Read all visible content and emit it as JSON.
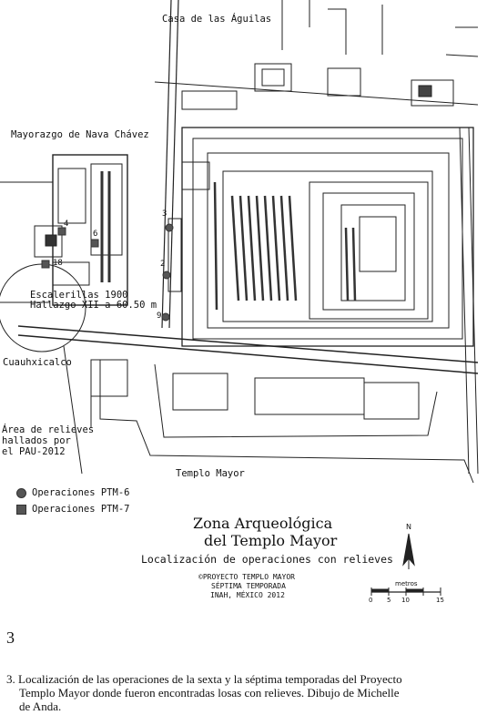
{
  "map": {
    "labels": {
      "casa_aguilas": "Casa de las Águilas",
      "mayorazgo": "Mayorazgo de Nava Chávez",
      "escalerillas": "Escalerillas 1900",
      "hallazgo": "Hallazgo XII a 60.50 m",
      "cuauhxicalco": "Cuauhxicalco",
      "area_relieves_1": "Área de relieves",
      "area_relieves_2": "hallados por",
      "area_relieves_3": "el PAU-2012",
      "templo_mayor": "Templo Mayor"
    },
    "operation_markers": [
      {
        "num": "3",
        "type": "PTM-6"
      },
      {
        "num": "2",
        "type": "PTM-6"
      },
      {
        "num": "9",
        "type": "PTM-6"
      },
      {
        "num": "4",
        "type": "PTM-7"
      },
      {
        "num": "6",
        "type": "PTM-7"
      },
      {
        "num": "18",
        "type": "PTM-7"
      }
    ],
    "legend": {
      "ptm6": "Operaciones PTM-6",
      "ptm7": "Operaciones PTM-7"
    },
    "title_1": "Zona Arqueológica",
    "title_2": "del Templo Mayor",
    "subtitle": "Localización de operaciones con relieves",
    "credits_1": "©PROYECTO TEMPLO MAYOR",
    "credits_2": "SÉPTIMA TEMPORADA",
    "credits_3": "INAH, MÉXICO 2012",
    "north": "N",
    "scale": {
      "unit": "metros",
      "ticks": [
        "0",
        "5",
        "10",
        "15"
      ]
    },
    "colors": {
      "marker": "#555555",
      "line": "#222222"
    }
  },
  "figure": {
    "number": "3",
    "caption_num": "3.",
    "caption_line1": "Localización de las operaciones de la sexta y la séptima temporadas del Proyecto",
    "caption_line2": "Templo Mayor donde fueron encontradas losas con relieves. Dibujo de Michelle",
    "caption_line3": "de Anda."
  }
}
